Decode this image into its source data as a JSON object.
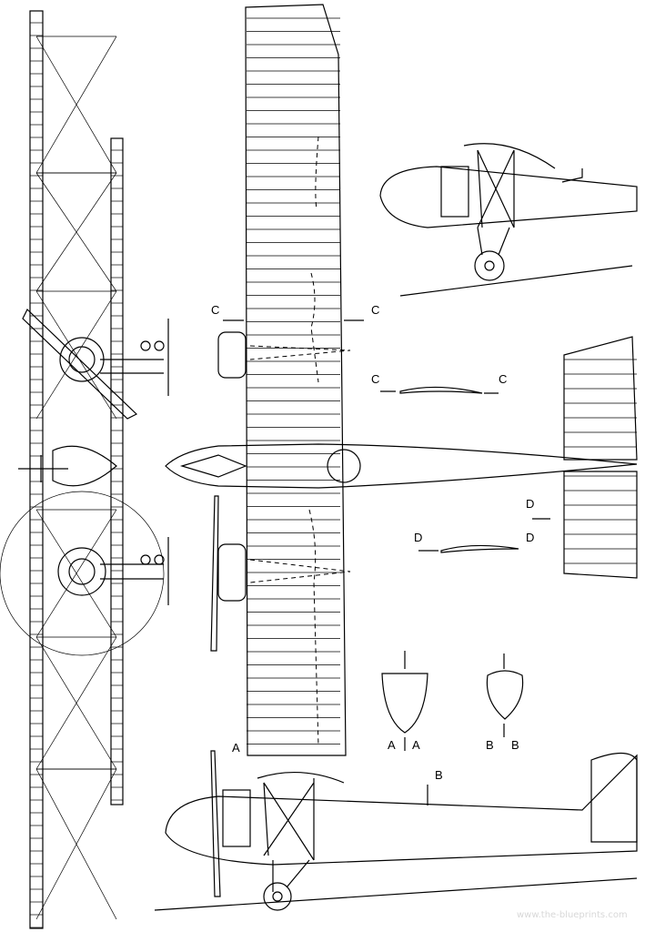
{
  "drawing": {
    "views": [
      "front-view",
      "plan-view",
      "side-view-detail",
      "side-view"
    ],
    "section_labels": {
      "C": [
        "C",
        "C",
        "C",
        "C"
      ],
      "D": [
        "D",
        "D",
        "D"
      ],
      "A": [
        "A",
        "A",
        "A"
      ],
      "B": [
        "B",
        "B",
        "B"
      ]
    },
    "watermark": "www.the-blueprints.com"
  }
}
